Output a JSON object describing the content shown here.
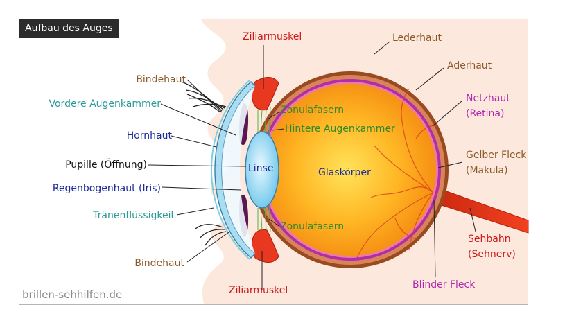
{
  "title": "Aufbau des Auges",
  "footer": "brillen-sehhilfen.de",
  "labels": {
    "bindehaut_top": "Bindehaut",
    "vordere_augenkammer": "Vordere Augenkammer",
    "hornhaut": "Hornhaut",
    "pupille": "Pupille (Öffnung)",
    "regenbogenhaut": "Regenbogenhaut (Iris)",
    "traenenfluessigkeit": "Tränenflüssigkeit",
    "bindehaut_bottom": "Bindehaut",
    "ziliarmuskel_top": "Ziliarmuskel",
    "ziliarmuskel_bottom": "Ziliarmuskel",
    "zonulafasern_top": "Zonulafasern",
    "zonulafasern_bottom": "Zonulafasern",
    "hintere_augenkammer": "Hintere Augenkammer",
    "linse": "Linse",
    "glaskoerper": "Glaskörper",
    "lederhaut": "Lederhaut",
    "aderhaut": "Aderhaut",
    "netzhaut_1": "Netzhaut",
    "netzhaut_2": "(Retina)",
    "gelber_fleck_1": "Gelber Fleck",
    "gelber_fleck_2": "(Makula)",
    "sehbahn_1": "Sehbahn",
    "sehbahn_2": "(Sehnerv)",
    "blinder_fleck": "Blinder Fleck"
  },
  "colors": {
    "skin": "#fde8dd",
    "sclera": "#9a4a1f",
    "choroid": "#b02fa6",
    "vitreous": "#ffb020",
    "lens": "#88d6f2",
    "cornea": "#a9def2",
    "optic_nerve": "#e8321a"
  }
}
